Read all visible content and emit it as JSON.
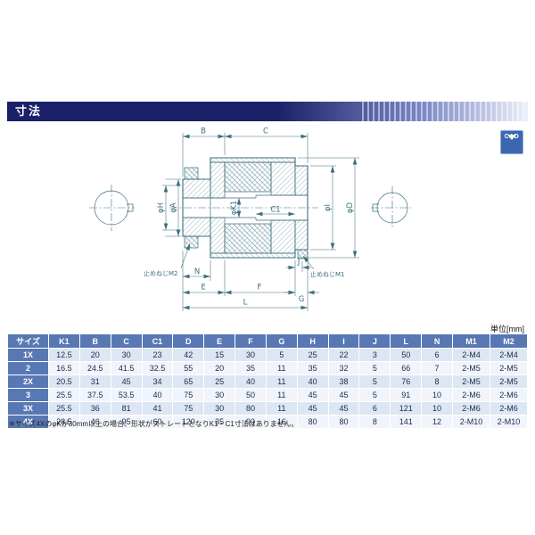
{
  "header": {
    "title": "寸法",
    "cad_badge": "CAD"
  },
  "drawing": {
    "labels": {
      "B": "B",
      "C": "C",
      "phiH": "φH",
      "phiA": "φA",
      "phiK1": "φK1",
      "C1": "C1",
      "phiI": "φI",
      "phiD": "φD",
      "N": "N",
      "E": "E",
      "F": "F",
      "G": "G",
      "J": "J",
      "L": "L",
      "setscrew_m2": "止めねじM2",
      "setscrew_m1": "止めねじM1"
    }
  },
  "table": {
    "unit_note": "単位[mm]",
    "headers": [
      "サイズ",
      "K1",
      "B",
      "C",
      "C1",
      "D",
      "E",
      "F",
      "G",
      "H",
      "I",
      "J",
      "L",
      "N",
      "M1",
      "M2"
    ],
    "rows": [
      [
        "1X",
        "12.5",
        "20",
        "30",
        "23",
        "42",
        "15",
        "30",
        "5",
        "25",
        "22",
        "3",
        "50",
        "6",
        "2-M4",
        "2-M4"
      ],
      [
        "2",
        "16.5",
        "24.5",
        "41.5",
        "32.5",
        "55",
        "20",
        "35",
        "11",
        "35",
        "32",
        "5",
        "66",
        "7",
        "2-M5",
        "2-M5"
      ],
      [
        "2X",
        "20.5",
        "31",
        "45",
        "34",
        "65",
        "25",
        "40",
        "11",
        "40",
        "38",
        "5",
        "76",
        "8",
        "2-M5",
        "2-M5"
      ],
      [
        "3",
        "25.5",
        "37.5",
        "53.5",
        "40",
        "75",
        "30",
        "50",
        "11",
        "45",
        "45",
        "5",
        "91",
        "10",
        "2-M6",
        "2-M6"
      ],
      [
        "3X",
        "25.5",
        "36",
        "81",
        "41",
        "75",
        "30",
        "80",
        "11",
        "45",
        "45",
        "6",
        "121",
        "10",
        "2-M6",
        "2-M6"
      ],
      [
        "4X",
        "28.5",
        "46",
        "95",
        "60",
        "120",
        "35",
        "90",
        "16",
        "80",
        "80",
        "8",
        "141",
        "12",
        "2-M10",
        "2-M10"
      ]
    ]
  },
  "footnote": "※サイズ4XのφKが30mm以上の場合、形状がストレートとなりK1・C1寸法はありません。",
  "colors": {
    "header-navy": "#1b2168",
    "table-blue": "#5878b4",
    "row-alt": "#dde6f3",
    "row-base": "#f1f5fb",
    "line": "#3d6e7d",
    "badge-blue": "#3b67b1"
  }
}
